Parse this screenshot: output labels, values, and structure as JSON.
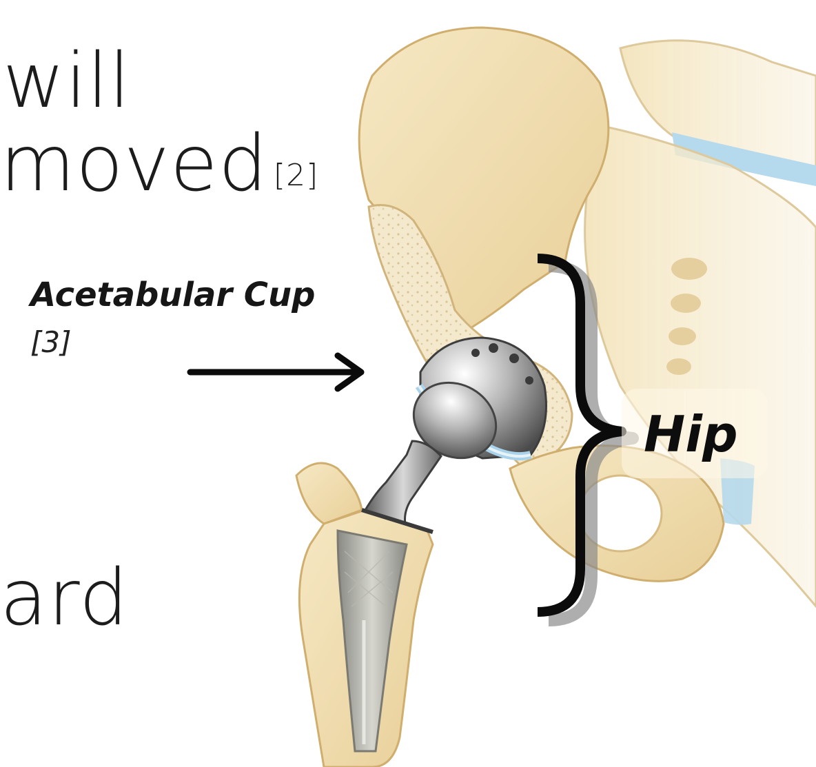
{
  "slide": {
    "text_lines": {
      "line1": "will",
      "line2": "moved",
      "line2_citation": "[2]",
      "line3": "ard"
    }
  },
  "labels": {
    "acetabular_cup": {
      "text": "Acetabular Cup",
      "citation": "[3]"
    },
    "hip": {
      "text": "Hip"
    }
  },
  "colors": {
    "bone": "#f1dfb2",
    "bone_shadow": "#dcc18a",
    "cartilage": "#a9d3ea",
    "implant_metal": "#9a9a9a",
    "text": "#1c1c1c"
  },
  "icons": {
    "arrow": "arrow-right-icon",
    "bracket": "curly-brace-icon"
  }
}
